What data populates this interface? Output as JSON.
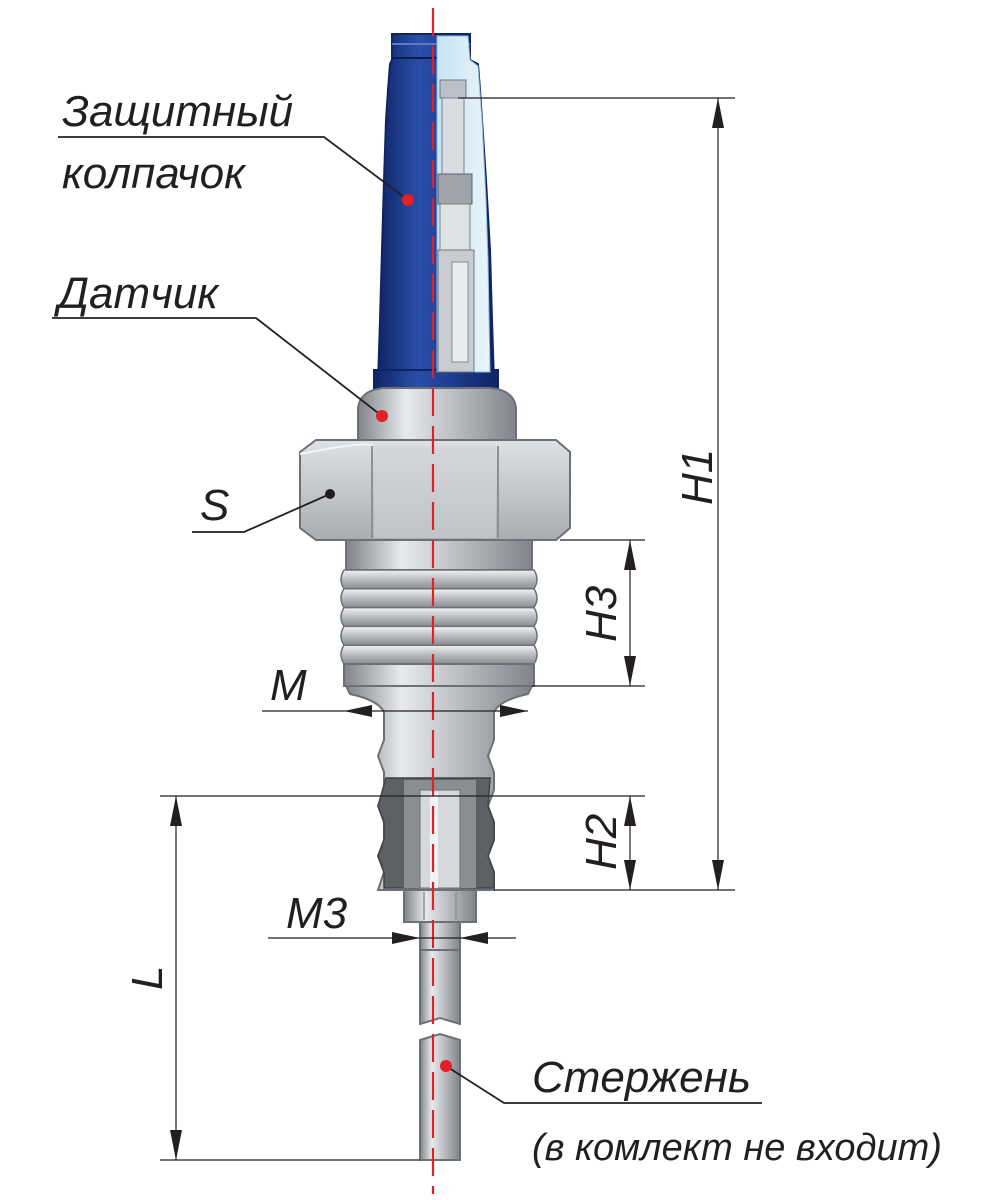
{
  "labels": {
    "cap_line1": "Защитный",
    "cap_line2": "колпачок",
    "sensor": "Датчик",
    "s": "S",
    "m": "M",
    "m3": "M3",
    "h1": "H1",
    "h2": "H2",
    "h3": "H3",
    "l": "L",
    "rod": "Стержень",
    "rod_note": "(в комлект не входит)"
  },
  "colors": {
    "cap_blue": "#1d3f93",
    "cap_dark": "#0f2466",
    "cap_light": "#5a7cc8",
    "metal": "#c9ccd0",
    "metal_dark": "#8e9297",
    "metal_light": "#eceef0",
    "axis_red": "#e3202a",
    "marker_red": "#e3202a",
    "ink": "#231f20"
  }
}
